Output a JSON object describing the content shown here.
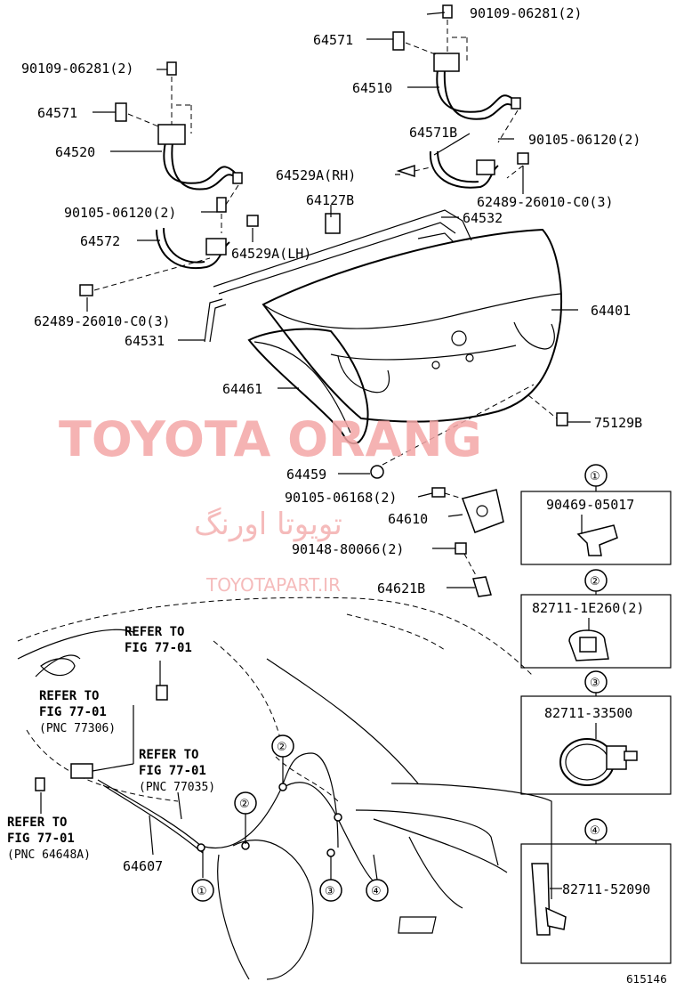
{
  "labels": {
    "p90109_top": "90109-06281(2)",
    "p64571_top": "64571",
    "p64510": "64510",
    "p90109_left": "90109-06281(2)",
    "p64571_left": "64571",
    "p64520": "64520",
    "p64571B": "64571B",
    "p90105_06120_right": "90105-06120(2)",
    "p64529A_RH": "64529A(RH)",
    "p64127B": "64127B",
    "p62489_right": "62489-26010-C0(3)",
    "p90105_06120_left": "90105-06120(2)",
    "p64532": "64532",
    "p64572": "64572",
    "p64529A_LH": "64529A(LH)",
    "p62489_left": "62489-26010-C0(3)",
    "p64401": "64401",
    "p64531": "64531",
    "p64461": "64461",
    "p75129B": "75129B",
    "p64459": "64459",
    "p90105_06168": "90105-06168(2)",
    "p64610": "64610",
    "p90148": "90148-80066(2)",
    "p64621B": "64621B",
    "p64607": "64607"
  },
  "refs": {
    "r1_line1": "REFER TO",
    "r1_line2": "FIG 77-01",
    "r2_line1": "REFER TO",
    "r2_line2": "FIG 77-01",
    "r2_line3": "(PNC 77306)",
    "r3_line1": "REFER TO",
    "r3_line2": "FIG 77-01",
    "r3_line3": "(PNC 77035)",
    "r4_line1": "REFER TO",
    "r4_line2": "FIG 77-01",
    "r4_line3": "(PNC 64648A)"
  },
  "insets": [
    {
      "num": "①",
      "part": "90469-05017"
    },
    {
      "num": "②",
      "part": "82711-1E260(2)"
    },
    {
      "num": "③",
      "part": "82711-33500"
    },
    {
      "num": "④",
      "part": "82711-52090"
    }
  ],
  "callouts": {
    "c1": "①",
    "c2a": "②",
    "c2b": "②",
    "c3": "③",
    "c4": "④"
  },
  "watermarks": {
    "main": "TOYOTA ORANG",
    "persian": "تویوتا اورنگ",
    "site": "TOYOTAPART.IR"
  },
  "figure_code": "615146"
}
